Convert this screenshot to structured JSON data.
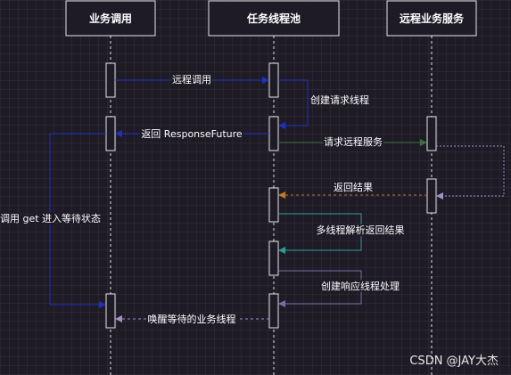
{
  "participants": {
    "business": "业务调用",
    "pool": "任务线程池",
    "remote": "远程业务服务"
  },
  "messages": {
    "remote_call": "远程调用",
    "create_request_thread": "创建请求线程",
    "return_future": "返回 ResponseFuture",
    "request_remote": "请求远程服务",
    "return_result": "返回结果",
    "wait_state": "调用 get 进入等待状态",
    "parse_result": "多线程解析返回结果",
    "create_response_thread": "创建响应线程处理",
    "wake_thread": "唤醒等待的业务线程"
  },
  "watermark": "CSDN @JAY大杰",
  "colors": {
    "background": "#1e1b26",
    "lifeline": "#e6e6e6",
    "blue": "#1e2fc2",
    "green": "#3d6d3d",
    "orange": "#c07a2a",
    "teal": "#2a9d9a",
    "violet": "#7a6ea0",
    "lilac": "#a58fc8"
  }
}
